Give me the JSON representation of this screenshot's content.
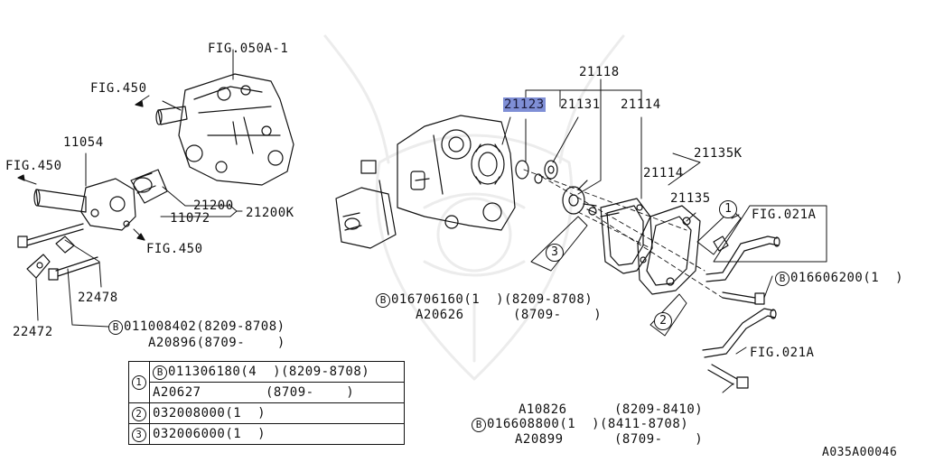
{
  "figure_id": "A035A00046",
  "fig_refs": {
    "fig050a1": "FIG.050A-1",
    "fig450_top": "FIG.450",
    "fig450_left": "FIG.450",
    "fig450_bottom": "FIG.450",
    "fig021a_upper": "FIG.021A",
    "fig021a_lower": "FIG.021A"
  },
  "parts": {
    "p11054": "11054",
    "p21200": "21200",
    "p11072": "11072",
    "p21200k": "21200K",
    "p22478": "22478",
    "p22472": "22472",
    "p21118": "21118",
    "p21123": "21123",
    "p21131": "21131",
    "p21114_top": "21114",
    "p21114_mid": "21114",
    "p21135k": "21135K",
    "p21135": "21135"
  },
  "bolts": {
    "b011008402": "011008402(8209-8708)",
    "a20896": "A20896(8709-    )",
    "b016706160": "016706160(1  )(8209-8708)",
    "a20626": "A20626",
    "r8709": "(8709-    )",
    "b016606200": "016606200(1  )",
    "a10826": "A10826",
    "r8209_8410": "(8209-8410)",
    "b016608800": "016608800(1  )(8411-8708)",
    "a20899": "A20899",
    "r8709b": "(8709-    )",
    "b_marker": "B"
  },
  "callouts": {
    "c1": "1",
    "c2": "2",
    "c3": "3"
  },
  "legend": {
    "rows": [
      {
        "index": "1",
        "marker": "B",
        "text": "011306180(4  )(8209-8708)"
      },
      {
        "index": "",
        "marker": "",
        "text": "A20627        (8709-    )"
      },
      {
        "index": "2",
        "marker": "",
        "text": "032008000(1  )"
      },
      {
        "index": "3",
        "marker": "",
        "text": "032006000(1  )"
      }
    ]
  },
  "highlight_color": "#7f8fd6"
}
